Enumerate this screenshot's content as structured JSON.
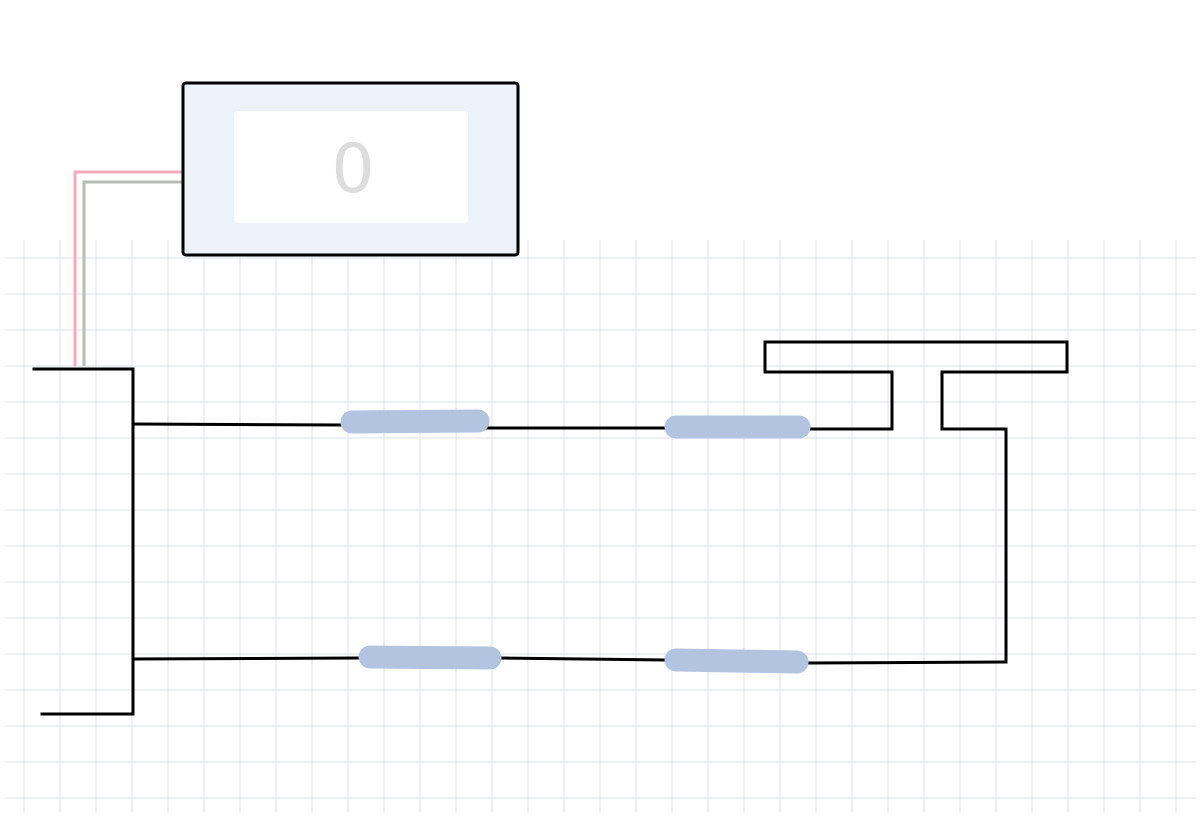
{
  "display": {
    "value": "0"
  },
  "colors": {
    "grid": "#e9ebf3",
    "wire": "#000000",
    "resistor": "#b3c4e1",
    "meter_body": "#eef2f9",
    "meter_screen": "#ffffff",
    "digit": "#dddddd",
    "probe_positive": "#f4a9bd",
    "probe_negative": "#b9bcb6"
  },
  "components": {
    "meter": "multimeter",
    "battery": "battery",
    "switch": "push-switch",
    "resistors": [
      "resistor",
      "resistor",
      "resistor",
      "resistor"
    ]
  }
}
